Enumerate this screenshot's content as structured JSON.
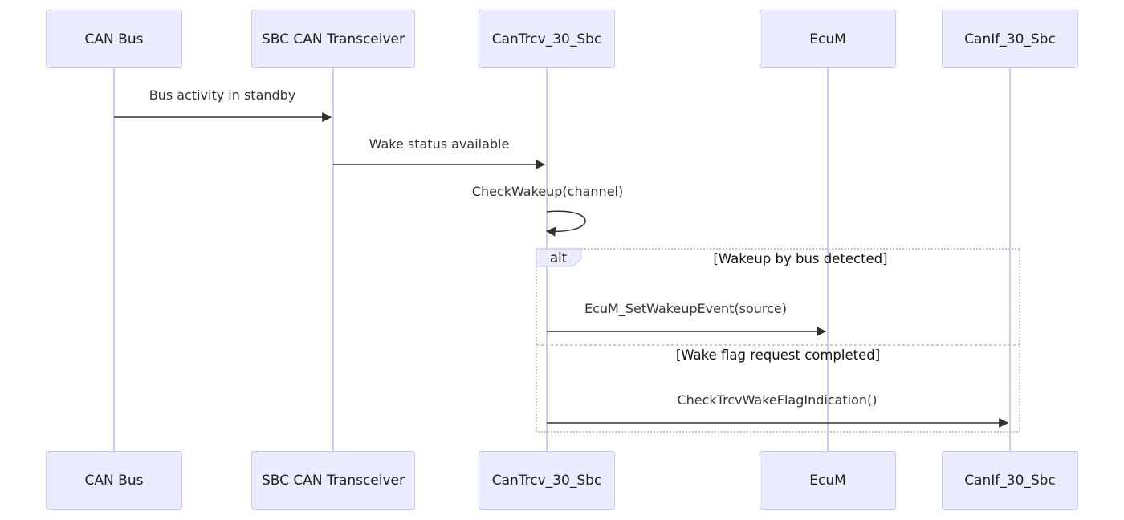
{
  "participants": [
    {
      "id": "canbus",
      "label": "CAN Bus"
    },
    {
      "id": "sbc",
      "label": "SBC CAN Transceiver"
    },
    {
      "id": "cantrcv",
      "label": "CanTrcv_30_Sbc"
    },
    {
      "id": "ecum",
      "label": "EcuM"
    },
    {
      "id": "canif",
      "label": "CanIf_30_Sbc"
    }
  ],
  "messages": [
    {
      "from": "canbus",
      "to": "sbc",
      "label": "Bus activity in standby"
    },
    {
      "from": "sbc",
      "to": "cantrcv",
      "label": "Wake status available"
    },
    {
      "from": "cantrcv",
      "to": "cantrcv",
      "label": "CheckWakeup(channel)"
    },
    {
      "from": "cantrcv",
      "to": "ecum",
      "label": "EcuM_SetWakeupEvent(source)"
    },
    {
      "from": "cantrcv",
      "to": "canif",
      "label": "CheckTrcvWakeFlagIndication()"
    }
  ],
  "alt_block": {
    "keyword": "alt",
    "sections": [
      {
        "condition": "[Wakeup by bus detected]"
      },
      {
        "condition": "[Wake flag request completed]"
      }
    ]
  },
  "colors": {
    "participant_fill": "#ececff",
    "participant_border": "#c9c9f0",
    "lifeline": "#d2cbf0",
    "arrow": "#333333",
    "alt_border": "#c7c7d6"
  }
}
